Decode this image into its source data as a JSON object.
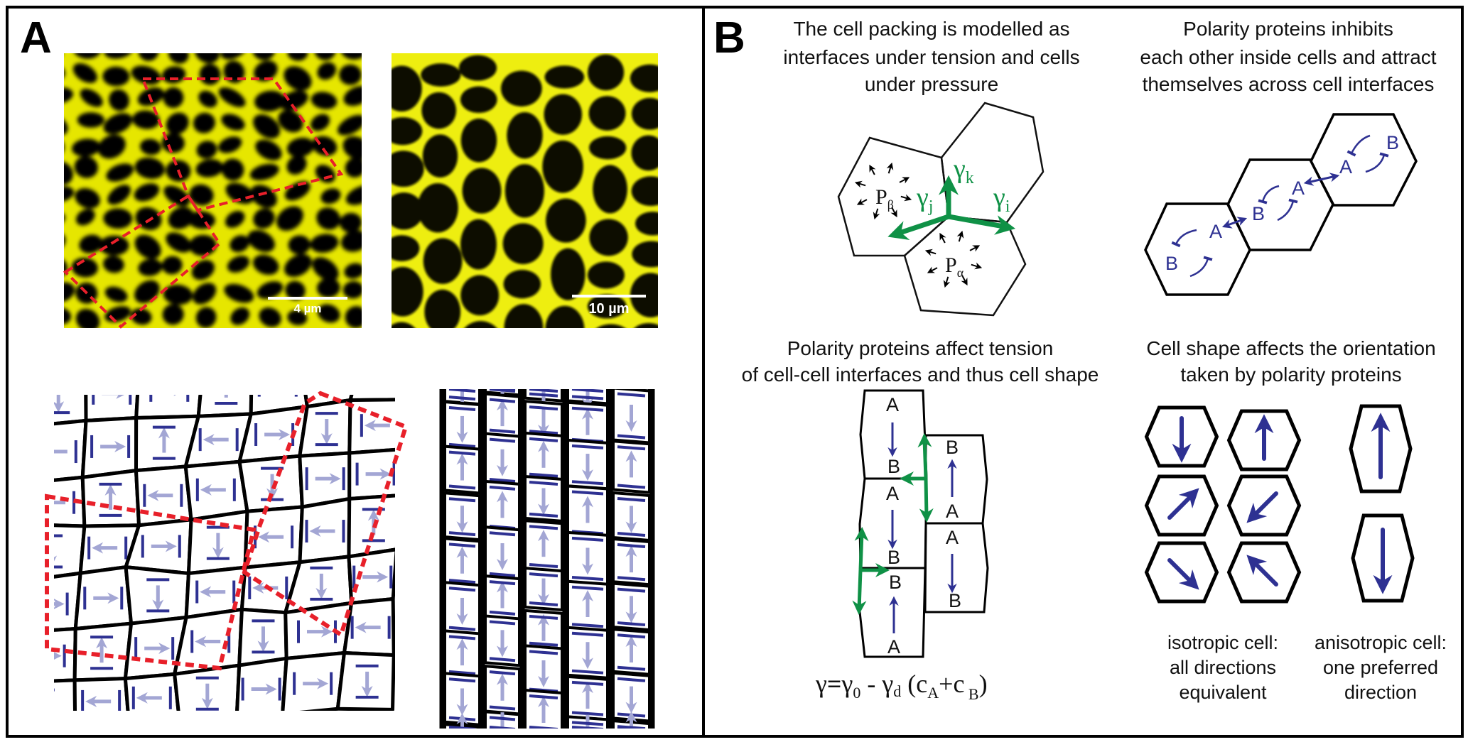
{
  "panel_a": {
    "label": "A",
    "micrograph_left": {
      "scale_bar_label": "4 µm"
    },
    "micrograph_right": {
      "scale_bar_label": "10 µm"
    }
  },
  "panel_b": {
    "label": "B",
    "tension_pressure": {
      "title": [
        "The cell packing is modelled as",
        "interfaces under tension and cells",
        "under pressure"
      ],
      "gamma_k": "γ",
      "gamma_k_sub": "k",
      "gamma_j": "γ",
      "gamma_j_sub": "j",
      "gamma_i": "γ",
      "gamma_i_sub": "i",
      "pressure_beta": "P",
      "pressure_beta_sub": "β",
      "pressure_alpha": "P",
      "pressure_alpha_sub": "α"
    },
    "polarity_interaction": {
      "title": [
        "Polarity proteins inhibits",
        "each other inside cells and attract",
        "themselves across cell interfaces"
      ],
      "labels": [
        "B",
        "A",
        "B",
        "A",
        "A",
        "B"
      ]
    },
    "tension_shape": {
      "title": [
        "Polarity proteins affect tension",
        "of cell-cell interfaces and thus cell shape"
      ],
      "left_column_labels": [
        "A",
        "B",
        "A",
        "B",
        "B",
        "A"
      ],
      "right_column_labels": [
        "B",
        "A",
        "A",
        "B"
      ],
      "formula": {
        "gamma": "γ",
        "eq": "=",
        "g0": "γ",
        "g0_sub": "0",
        "minus": " - ",
        "gd": "γ",
        "gd_sub": "d",
        "open": " (c",
        "ca_sub": "A",
        "plus": "+c",
        "cb_sub": " B",
        "close": ")"
      }
    },
    "shape_orientation": {
      "title": [
        "Cell shape affects the orientation",
        "taken by polarity proteins"
      ],
      "isotropic_caption": [
        "isotropic cell:",
        "all directions",
        "equivalent"
      ],
      "anisotropic_caption": [
        "anisotropic cell:",
        "one preferred",
        "direction"
      ]
    }
  },
  "colors": {
    "polarity_blue": "#2e3192",
    "tension_green": "#0f9146",
    "arrow_light": "#a3a6d4",
    "roi_red": "#e8202a",
    "membrane_yellow": "#f2f200"
  }
}
